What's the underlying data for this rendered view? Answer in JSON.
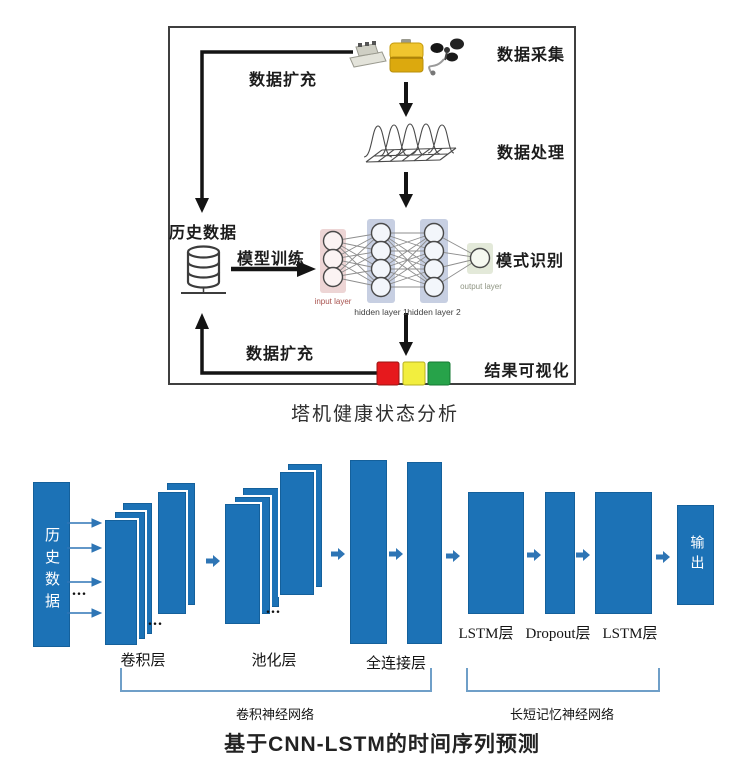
{
  "colors": {
    "bar_blue": "#1c72b6",
    "arrow_blue": "#2e75b5",
    "brace_blue": "#6f9fc8",
    "status_red": "#e6191d",
    "status_yellow": "#f2ee3e",
    "status_green": "#27a34a",
    "nn_input_bg": "#edd5d5",
    "nn_hidden_bg": "#c7cfe2",
    "nn_output_bg": "#e3e9d9",
    "flow_black": "#141414"
  },
  "top_diagram": {
    "caption": "塔机健康状态分析",
    "stages": {
      "collect": "数据采集",
      "process": "数据处理",
      "recognize": "模式识别",
      "visualize": "结果可视化"
    },
    "flow": {
      "augment_top": "数据扩充",
      "augment_bottom": "数据扩充",
      "train": "模型训练",
      "history": "历史数据"
    },
    "nn": {
      "input": "input layer",
      "hidden1": "hidden layer 1",
      "hidden2": "hidden layer 2",
      "output": "output layer"
    }
  },
  "bottom_diagram": {
    "caption": "基于CNN-LSTM的时间序列预测",
    "input": "历史数据",
    "output": "输出",
    "layers": {
      "conv": "卷积层",
      "pool": "池化层",
      "fc": "全连接层",
      "lstm1": "LSTM层",
      "dropout": "Dropout层",
      "lstm2": "LSTM层"
    },
    "groups": {
      "cnn": "卷积神经网络",
      "lstm": "长短记忆神经网络"
    },
    "ellipsis": "..."
  }
}
